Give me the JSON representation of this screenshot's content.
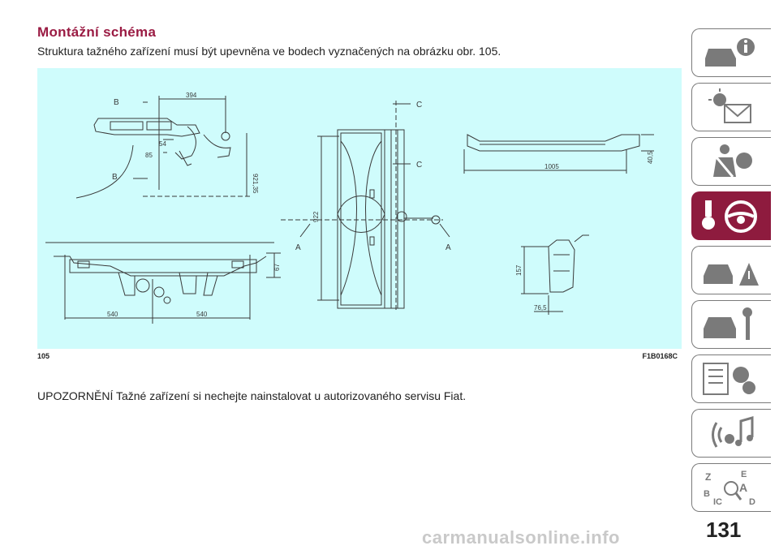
{
  "section": {
    "title": "Montážní schéma",
    "intro": "Struktura tažného zařízení musí být upevněna ve bodech vyznačených na obrázku obr. 105.",
    "warning": "UPOZORNĚNÍ Tažné zařízení si nechejte nainstalovat u autorizovaného servisu Fiat."
  },
  "figure": {
    "number": "105",
    "code": "F1B0168C",
    "labels": {
      "b_top": "B",
      "b_bottom": "B",
      "c_top": "C",
      "c_mid": "C",
      "a_left": "A",
      "a_right": "A",
      "d394": "394",
      "d54": "54",
      "d85": "85",
      "d921": "921,35",
      "d922": "922",
      "d1005": "1005",
      "d405": "40,5",
      "d67": "67",
      "d540a": "540",
      "d540b": "540",
      "d157": "157",
      "d765": "76,5"
    },
    "colors": {
      "background": "#cffcfc",
      "line": "#3a3a3a"
    }
  },
  "sidebar": {
    "tabs": [
      {
        "icon": "car-info-icon",
        "active": false
      },
      {
        "icon": "lights-warning-icon",
        "active": false
      },
      {
        "icon": "seatbelt-airbag-icon",
        "active": false
      },
      {
        "icon": "key-steering-wheel-icon",
        "active": true
      },
      {
        "icon": "car-accident-warning-icon",
        "active": false
      },
      {
        "icon": "car-service-tools-icon",
        "active": false
      },
      {
        "icon": "technical-data-gears-icon",
        "active": false
      },
      {
        "icon": "multimedia-icon",
        "active": false
      },
      {
        "icon": "alphabetical-index-icon",
        "active": false
      }
    ],
    "accent": "#8e1b3e"
  },
  "footer": {
    "page_number": "131",
    "watermark": "carmanualsonline.info"
  }
}
